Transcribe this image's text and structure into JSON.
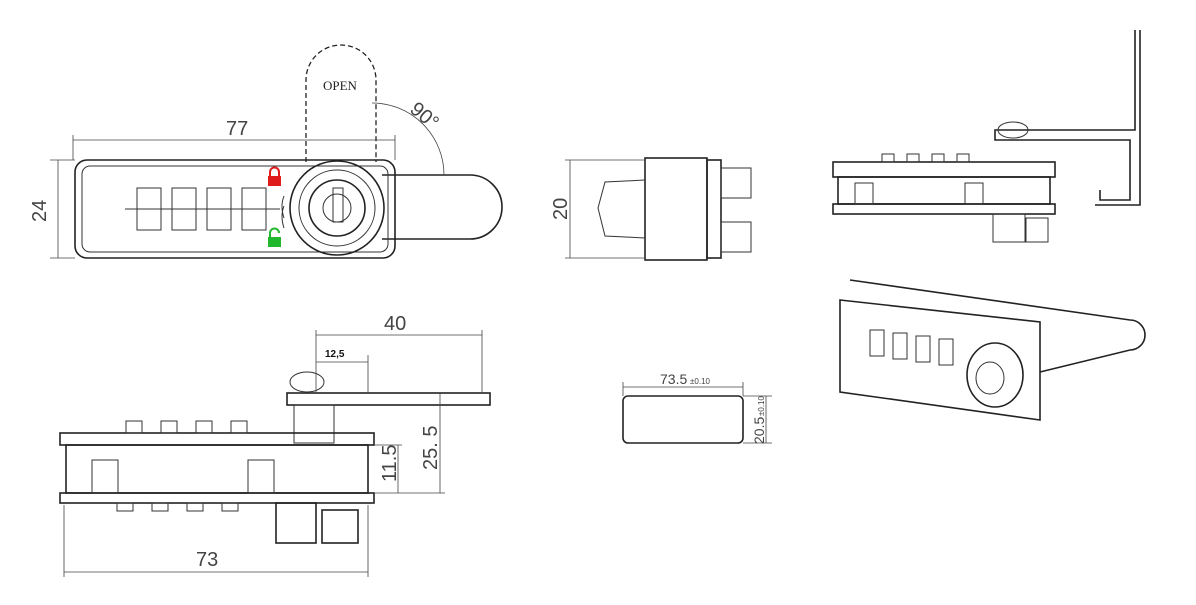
{
  "drawing": {
    "front_view": {
      "width_dim": "77",
      "height_dim": "24",
      "open_label": "OPEN",
      "angle_label": "90°",
      "lock_color": "#e01b1b",
      "unlock_color": "#22b82e"
    },
    "side_view": {
      "height_dim": "20"
    },
    "bottom_view": {
      "cam_length_dim": "40",
      "offset_dim": "12,5",
      "height_dim": "25. 5",
      "body_height_dim": "11.5",
      "width_dim": "73"
    },
    "cutout": {
      "width_dim": "73.5",
      "width_tol": "±0.10",
      "height_dim": "20.5",
      "height_tol": "±0.10"
    }
  }
}
